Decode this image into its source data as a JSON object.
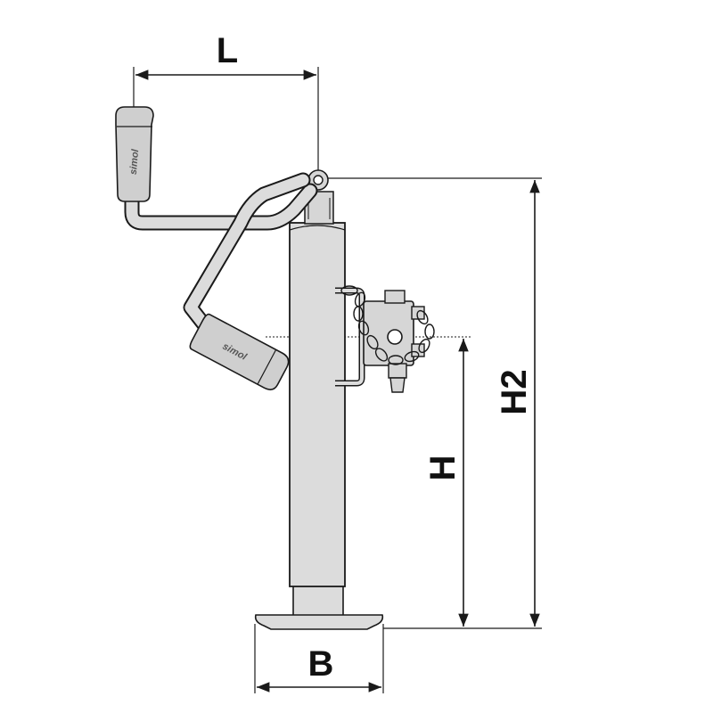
{
  "dimensions": {
    "L": "L",
    "H": "H",
    "H2": "H2",
    "B": "B"
  },
  "branding": {
    "handle_top_text": "simol",
    "handle_bottom_text": "simol"
  },
  "colors": {
    "outline": "#1a1a1a",
    "metal_fill": "#dcdcdc",
    "grip_fill": "#cfcfcf",
    "background": "#ffffff"
  }
}
